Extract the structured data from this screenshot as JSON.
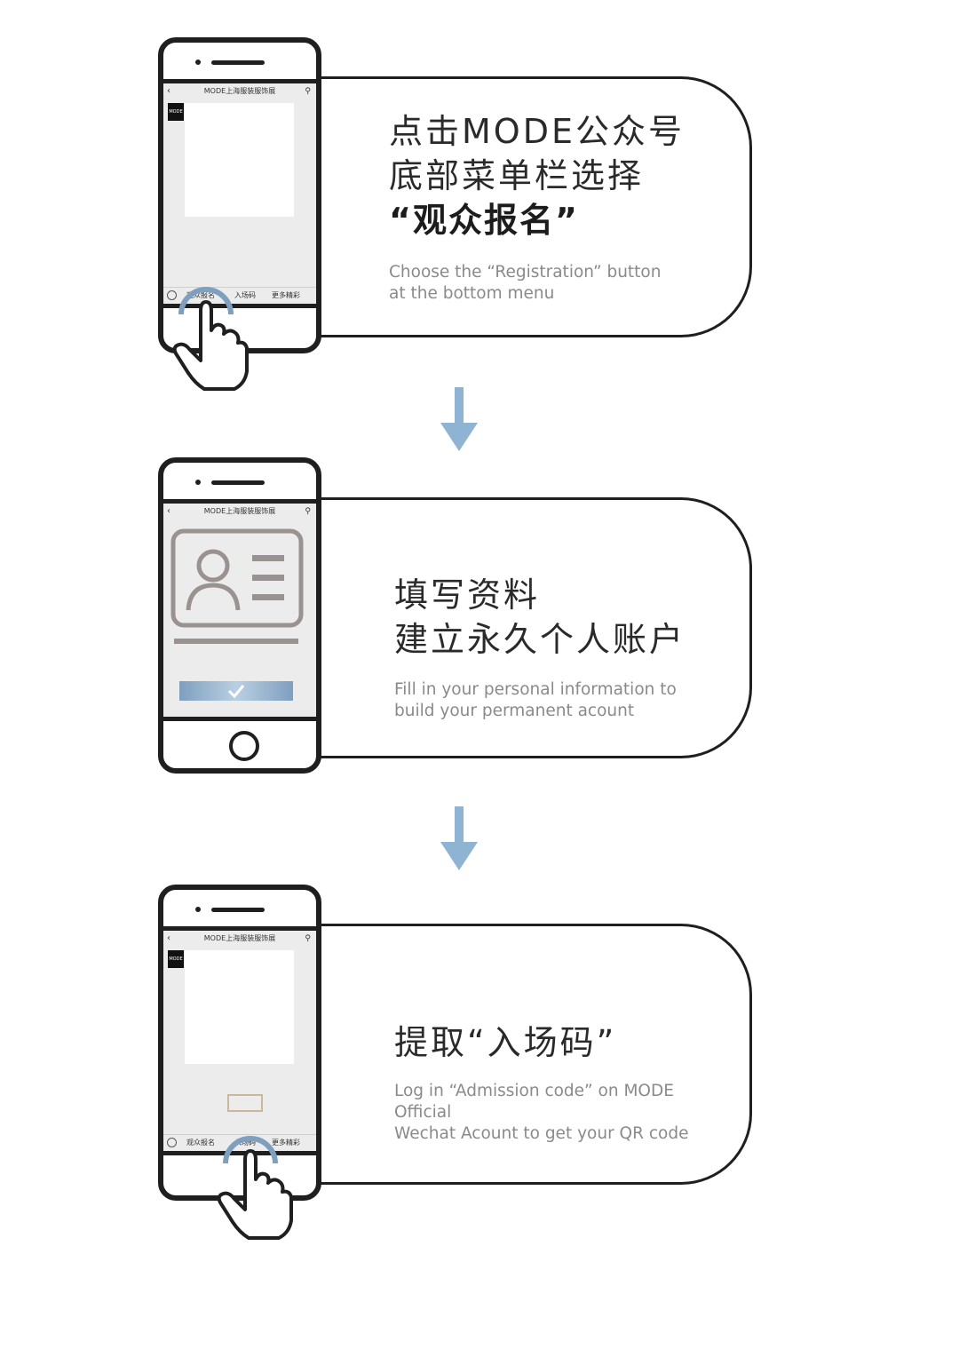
{
  "phone_ui": {
    "nav_title": "MODE上海服装服饰展",
    "menu": [
      "观众报名",
      "入场码",
      "更多精彩"
    ]
  },
  "steps": [
    {
      "zh_lines": [
        "点击MODE公众号",
        "底部菜单栏选择"
      ],
      "zh_highlight": "“观众报名”",
      "en_lines": [
        "Choose the “Registration” button",
        "at the bottom menu"
      ]
    },
    {
      "zh_lines": [
        "填写资料",
        "建立永久个人账户"
      ],
      "en_lines": [
        "Fill in your personal information to",
        "build your permanent acount"
      ]
    },
    {
      "zh_lines": [
        "提取“入场码”"
      ],
      "en_lines": [
        "Log in “Admission code” on MODE Official",
        "Wechat Acount to get your QR code"
      ]
    }
  ],
  "colors": {
    "arrow": "#8fb3d3",
    "outline": "#1f1f1f",
    "screen": "#ececec",
    "accent": "#7f9fbf"
  },
  "icons": {
    "arrow": "down-arrow-icon",
    "hand": "tap-hand-icon",
    "id_card": "id-card-icon",
    "check": "check-icon"
  }
}
